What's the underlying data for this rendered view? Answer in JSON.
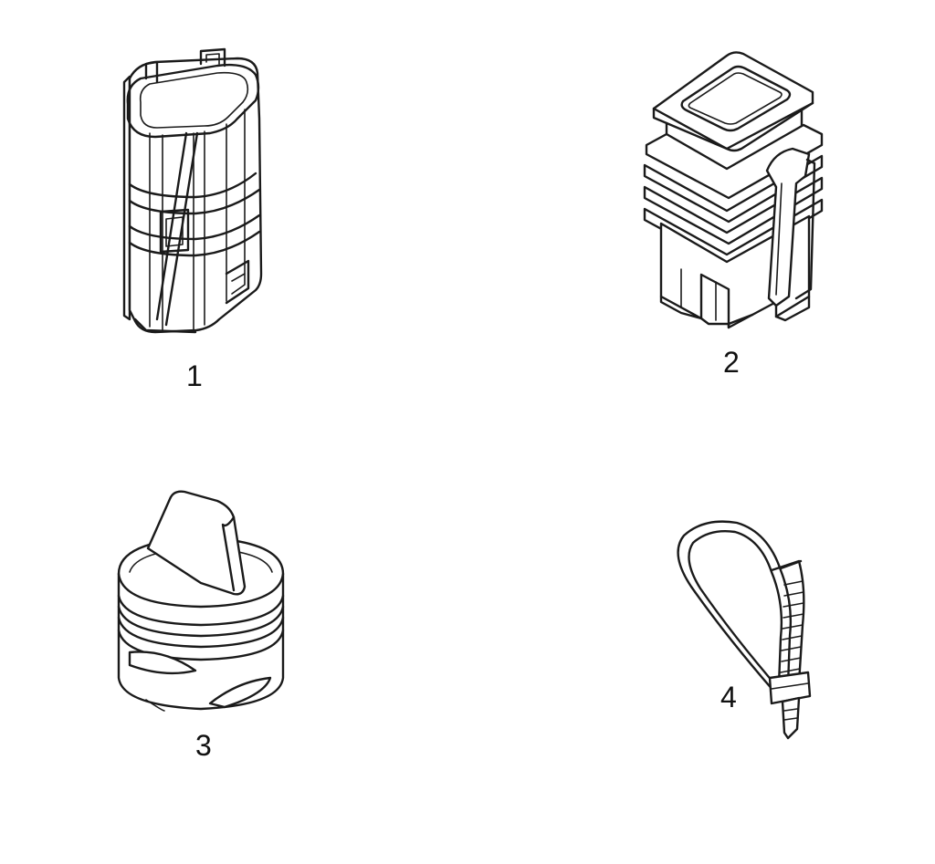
{
  "parts": [
    {
      "id": "connector-position-assurance",
      "callout": "1",
      "icon": "connector-sleeve-icon"
    },
    {
      "id": "weather-seal-connector",
      "callout": "2",
      "icon": "sealed-connector-icon"
    },
    {
      "id": "cavity-plug",
      "callout": "3",
      "icon": "cavity-plug-icon"
    },
    {
      "id": "cable-tie",
      "callout": "4",
      "icon": "cable-tie-icon"
    }
  ],
  "colors": {
    "line": "#1a1a1a",
    "background": "#ffffff"
  }
}
